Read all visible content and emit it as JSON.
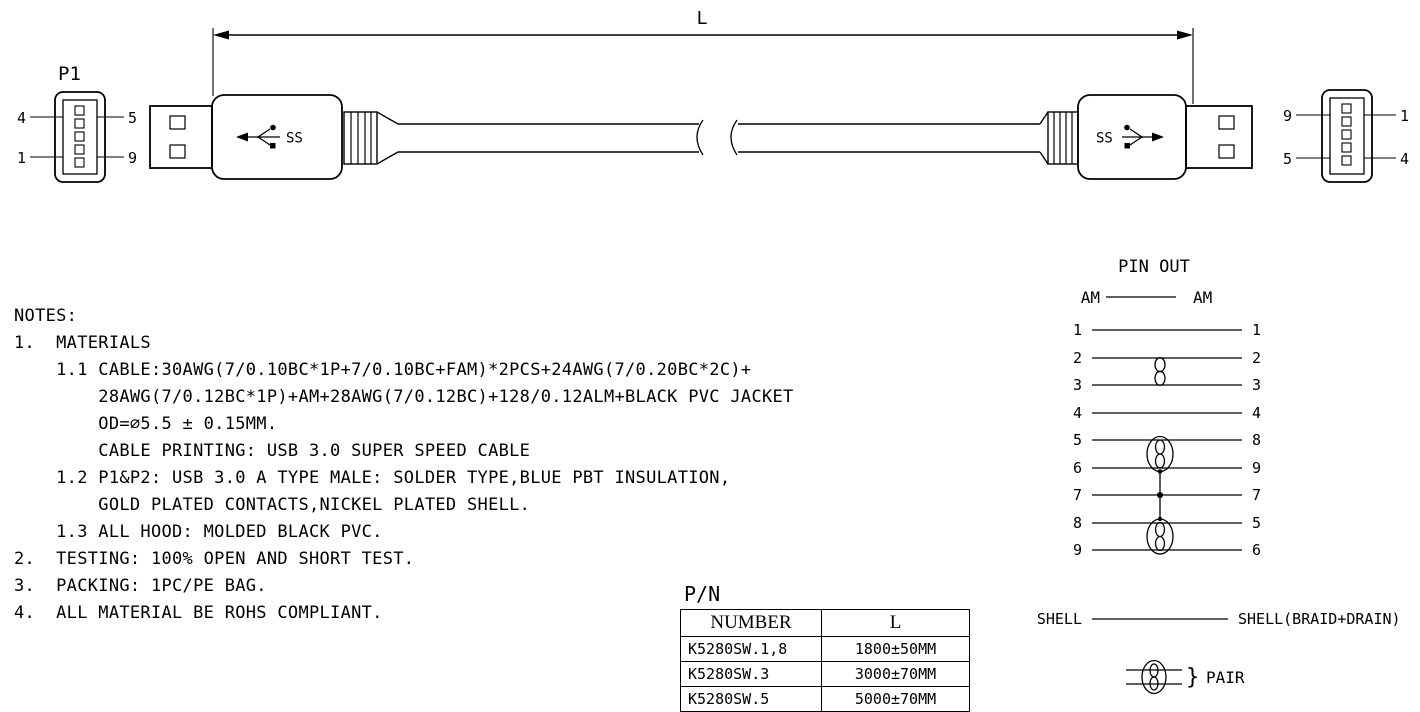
{
  "drawing": {
    "length_label": "L",
    "p1_label": "P1",
    "logo_text": "SS",
    "left_face": {
      "top_left": "4",
      "top_right": "5",
      "bottom_left": "1",
      "bottom_right": "9"
    },
    "right_face": {
      "top_left": "9",
      "top_right": "1",
      "bottom_left": "5",
      "bottom_right": "4"
    }
  },
  "notes": {
    "title": "NOTES:",
    "lines": [
      "1.  MATERIALS",
      "    1.1 CABLE:30AWG(7/0.10BC*1P+7/0.10BC+FAM)*2PCS+24AWG(7/0.20BC*2C)+",
      "        28AWG(7/0.12BC*1P)+AM+28AWG(7/0.12BC)+128/0.12ALM+BLACK PVC JACKET",
      "        OD=∅5.5 ± 0.15MM.",
      "        CABLE PRINTING: USB 3.0 SUPER SPEED CABLE",
      "    1.2 P1&P2: USB 3.0 A TYPE MALE: SOLDER TYPE,BLUE PBT INSULATION,",
      "        GOLD PLATED CONTACTS,NICKEL PLATED SHELL.",
      "    1.3 ALL HOOD: MOLDED BLACK PVC.",
      "2.  TESTING: 100% OPEN AND SHORT TEST.",
      "3.  PACKING: 1PC/PE BAG.",
      "4.  ALL MATERIAL BE ROHS COMPLIANT."
    ]
  },
  "pn_table": {
    "title": "P/N",
    "col1_header": "NUMBER",
    "col2_header": "L",
    "rows": [
      {
        "number": "K5280SW.1,8",
        "length": "1800±50MM"
      },
      {
        "number": "K5280SW.3",
        "length": "3000±70MM"
      },
      {
        "number": "K5280SW.5",
        "length": "5000±70MM"
      }
    ]
  },
  "pinout": {
    "title": "PIN OUT",
    "left_header": "AM",
    "right_header": "AM",
    "rows": [
      {
        "left": "1",
        "right": "1"
      },
      {
        "left": "2",
        "right": "2"
      },
      {
        "left": "3",
        "right": "3"
      },
      {
        "left": "4",
        "right": "4"
      },
      {
        "left": "5",
        "right": "8"
      },
      {
        "left": "6",
        "right": "9"
      },
      {
        "left": "7",
        "right": "7"
      },
      {
        "left": "8",
        "right": "5"
      },
      {
        "left": "9",
        "right": "6"
      }
    ],
    "shell_left": "SHELL",
    "shell_right": "SHELL(BRAID+DRAIN)",
    "pair_brace": "}",
    "pair_label": "PAIR"
  }
}
